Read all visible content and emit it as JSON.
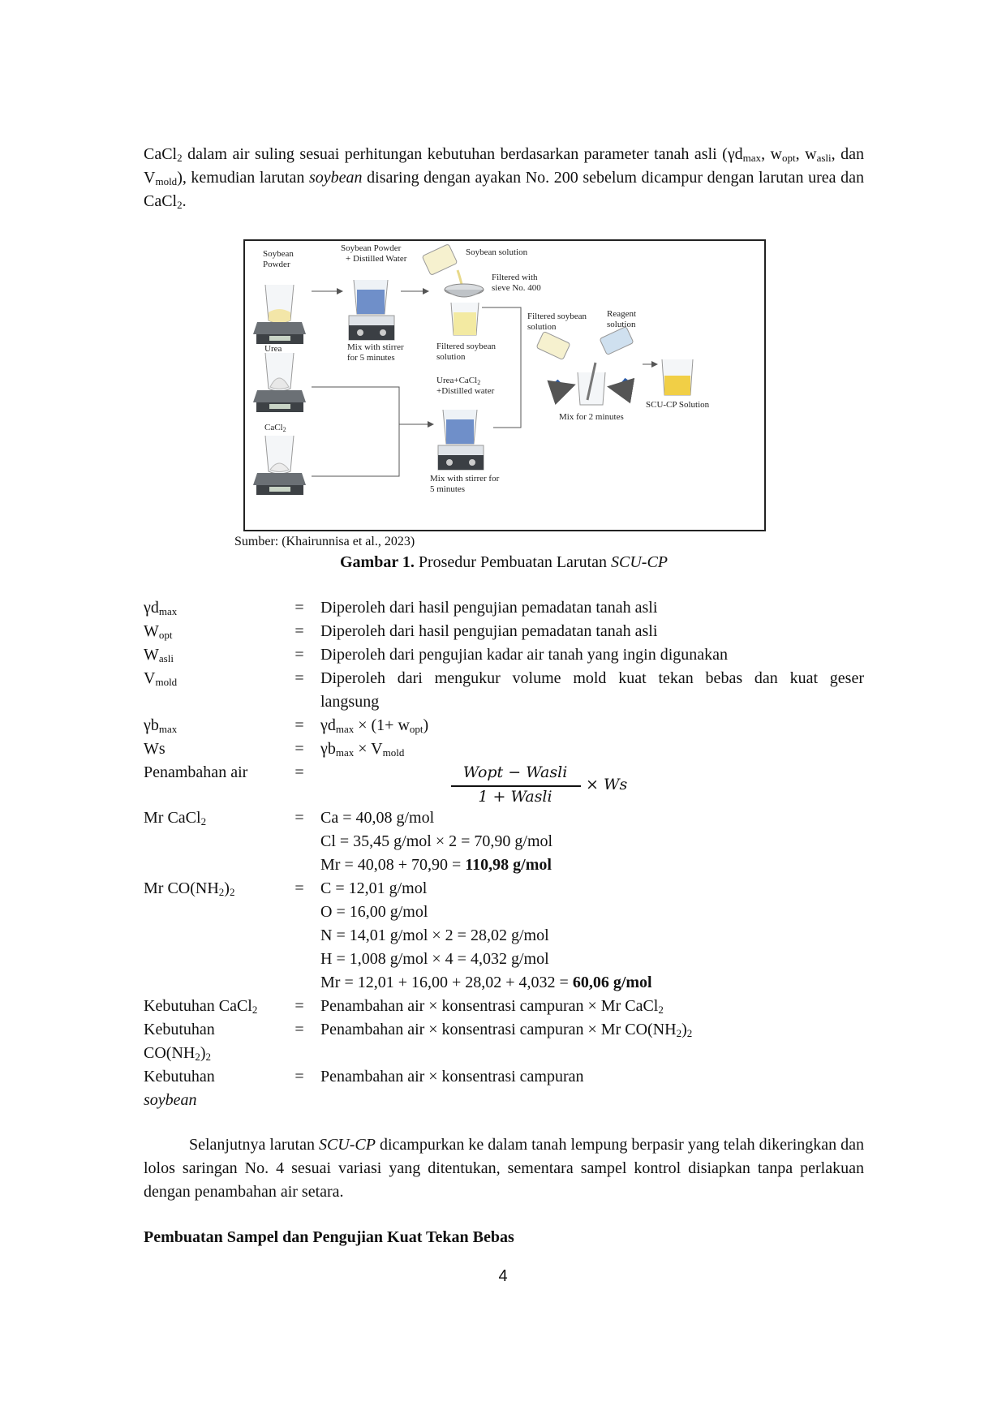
{
  "intro": {
    "line1_a": "CaCl",
    "line1_b": "2",
    "line1_c": " dalam air suling sesuai perhitungan kebutuhan berdasarkan parameter tanah asli (γd",
    "line1_d": "max",
    "line1_e": ", w",
    "line1_f": "opt",
    "line1_g": ", w",
    "line1_h": "asli",
    "line1_i": ", dan V",
    "line1_j": "mold",
    "line1_k": "), kemudian larutan ",
    "line1_l": "soybean",
    "line1_m": " disaring dengan ayakan No. 200 sebelum dicampur dengan larutan urea dan CaCl",
    "line1_n": "2",
    "line1_o": "."
  },
  "figure": {
    "labels": {
      "soybean_powder_1": "Soybean",
      "soybean_powder_2": "Powder",
      "urea": "Urea",
      "cacl2_a": "CaCl",
      "cacl2_b": "2",
      "sp_dw_1": "Soybean Powder",
      "sp_dw_2": "+ Distilled Water",
      "mix5_1": "Mix with stirrer",
      "mix5_2": "for 5 minutes",
      "soy_solution": "Soybean solution",
      "filtered_1": "Filtered with",
      "filtered_2": "sieve No. 400",
      "filtered_sol_1": "Filtered soybean",
      "filtered_sol_2": "solution",
      "urea_cacl_1": "Urea+CaCl",
      "urea_cacl_1b": "2",
      "urea_cacl_2": "+Distilled water",
      "mix5b_1": "Mix with stirrer for",
      "mix5b_2": "5 minutes",
      "filtered_sol2_1": "Filtered soybean",
      "filtered_sol2_2": "solution",
      "reagent_1": "Reagent",
      "reagent_2": "solution",
      "mix2": "Mix for 2 minutes",
      "scu_cp": "SCU-CP Solution"
    }
  },
  "source": "Sumber: (Khairunnisa et al., 2023)",
  "caption": {
    "label": "Gambar 1.",
    "text": " Prosedur Pembuatan Larutan ",
    "italic": "SCU-CP"
  },
  "equations": {
    "eq_sign": "=",
    "ydmax": {
      "base": "γd",
      "sub": "max",
      "val": "Diperoleh dari hasil pengujian pemadatan tanah asli"
    },
    "wopt": {
      "base": "W",
      "sub": "opt",
      "val": "Diperoleh dari hasil pengujian pemadatan tanah asli"
    },
    "wasli": {
      "base": "W",
      "sub": "asli",
      "val": "Diperoleh dari pengujian kadar air tanah yang ingin digunakan"
    },
    "vmold": {
      "base": "V",
      "sub": "mold",
      "val_1": "Diperoleh dari mengukur volume mold kuat tekan bebas dan kuat geser",
      "val_2": "langsung"
    },
    "ybmax": {
      "base": "γb",
      "sub": "max",
      "val_a": "γd",
      "val_b": "max",
      "val_c": " × (1+ w",
      "val_d": "opt",
      "val_e": ")"
    },
    "ws": {
      "label": "Ws",
      "val_a": "γb",
      "val_b": "max",
      "val_c": " × V",
      "val_d": "mold"
    },
    "penambahan": {
      "label": "Penambahan air",
      "num": "Wopt − Wasli",
      "den": "1 + Wasli",
      "mul": "× Ws"
    },
    "mr_cacl2": {
      "label_a": "Mr CaCl",
      "label_b": "2",
      "line1": "Ca = 40,08 g/mol",
      "line2": "Cl = 35,45 g/mol × 2 = 70,90 g/mol",
      "line3_a": "Mr = 40,08 + 70,90 = ",
      "line3_b": "110,98 g/mol"
    },
    "mr_urea": {
      "label_a": "Mr CO(NH",
      "label_b": "2",
      "label_c": ")",
      "label_d": "2",
      "line1": "C = 12,01 g/mol",
      "line2": "O = 16,00 g/mol",
      "line3": "N = 14,01 g/mol × 2 = 28,02 g/mol",
      "line4": "H = 1,008 g/mol × 4 = 4,032 g/mol",
      "line5_a": "Mr = 12,01 + 16,00 + 28,02 + 4,032 = ",
      "line5_b": "60,06 g/mol"
    },
    "keb_cacl2": {
      "label_a": "Kebutuhan CaCl",
      "label_b": "2",
      "val_a": "Penambahan air × konsentrasi campuran × Mr CaCl",
      "val_b": "2"
    },
    "keb_urea": {
      "label_1": "Kebutuhan",
      "label_2a": "CO(NH",
      "label_2b": "2",
      "label_2c": ")",
      "label_2d": "2",
      "val_a": "Penambahan air × konsentrasi campuran × Mr CO(NH",
      "val_b": "2",
      "val_c": ")",
      "val_d": "2"
    },
    "keb_soy": {
      "label_1": "Kebutuhan",
      "label_2": "soybean",
      "val": "Penambahan air × konsentrasi campuran"
    }
  },
  "closing": {
    "a": "Selanjutnya larutan ",
    "b": "SCU-CP",
    "c": " dicampurkan ke dalam tanah lempung berpasir yang telah dikeringkan dan lolos saringan No. 4 sesuai variasi yang ditentukan, sementara sampel kontrol disiapkan tanpa perlakuan dengan penambahan air setara."
  },
  "heading": "Pembuatan Sampel dan Pengujian Kuat Tekan Bebas",
  "page_number": "4"
}
